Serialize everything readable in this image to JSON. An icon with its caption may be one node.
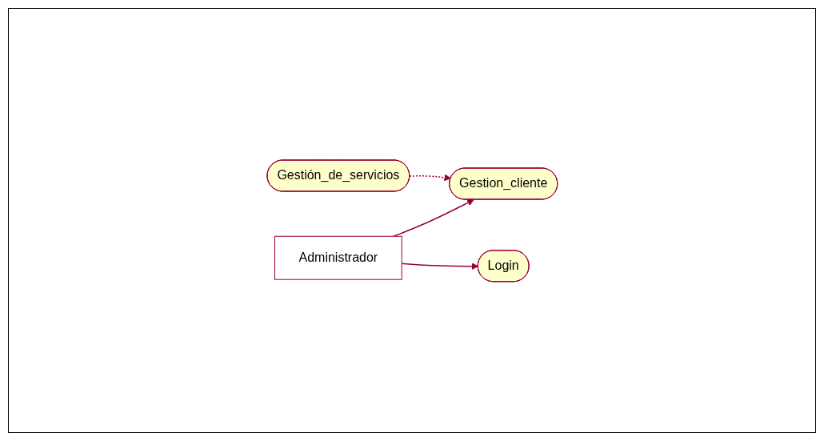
{
  "diagram": {
    "nodes": [
      {
        "text": [
          "Gestión_de_servicios"
        ]
      },
      {
        "text": [
          "Administrador"
        ]
      },
      {
        "text": [
          "Gestion_cliente"
        ]
      },
      {
        "text": [
          "Login"
        ]
      }
    ],
    "edges": [
      {
        "from": 1,
        "to": 2,
        "arrow": "to"
      },
      {
        "from": 1,
        "to": 3,
        "arrow": "to"
      },
      {
        "from": 0,
        "to": 2,
        "arrow": "to",
        "style": "dashed"
      }
    ]
  }
}
